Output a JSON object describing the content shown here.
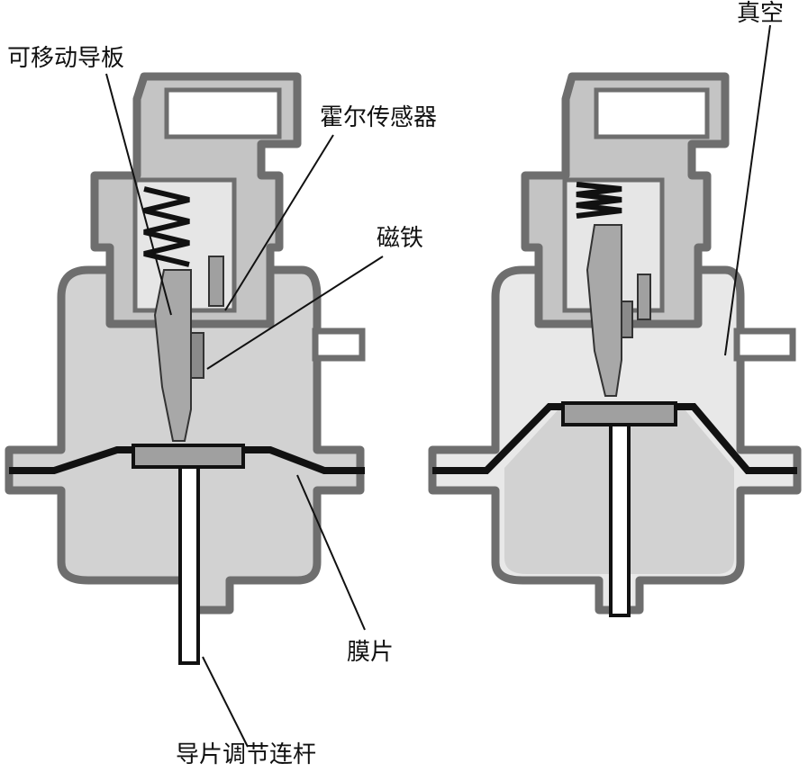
{
  "labels": {
    "movable_guide_plate": "可移动导板",
    "hall_sensor": "霍尔传感器",
    "magnet": "磁铁",
    "vacuum": "真空",
    "diaphragm": "膜片",
    "guide_vane_rod": "导片调节连杆"
  },
  "colors": {
    "outline": "#6e6e6e",
    "body_fill": "#d2d2d2",
    "vacuum_fill": "#e8e8e8",
    "part_fill": "#a0a0a0",
    "ink": "#111111"
  }
}
